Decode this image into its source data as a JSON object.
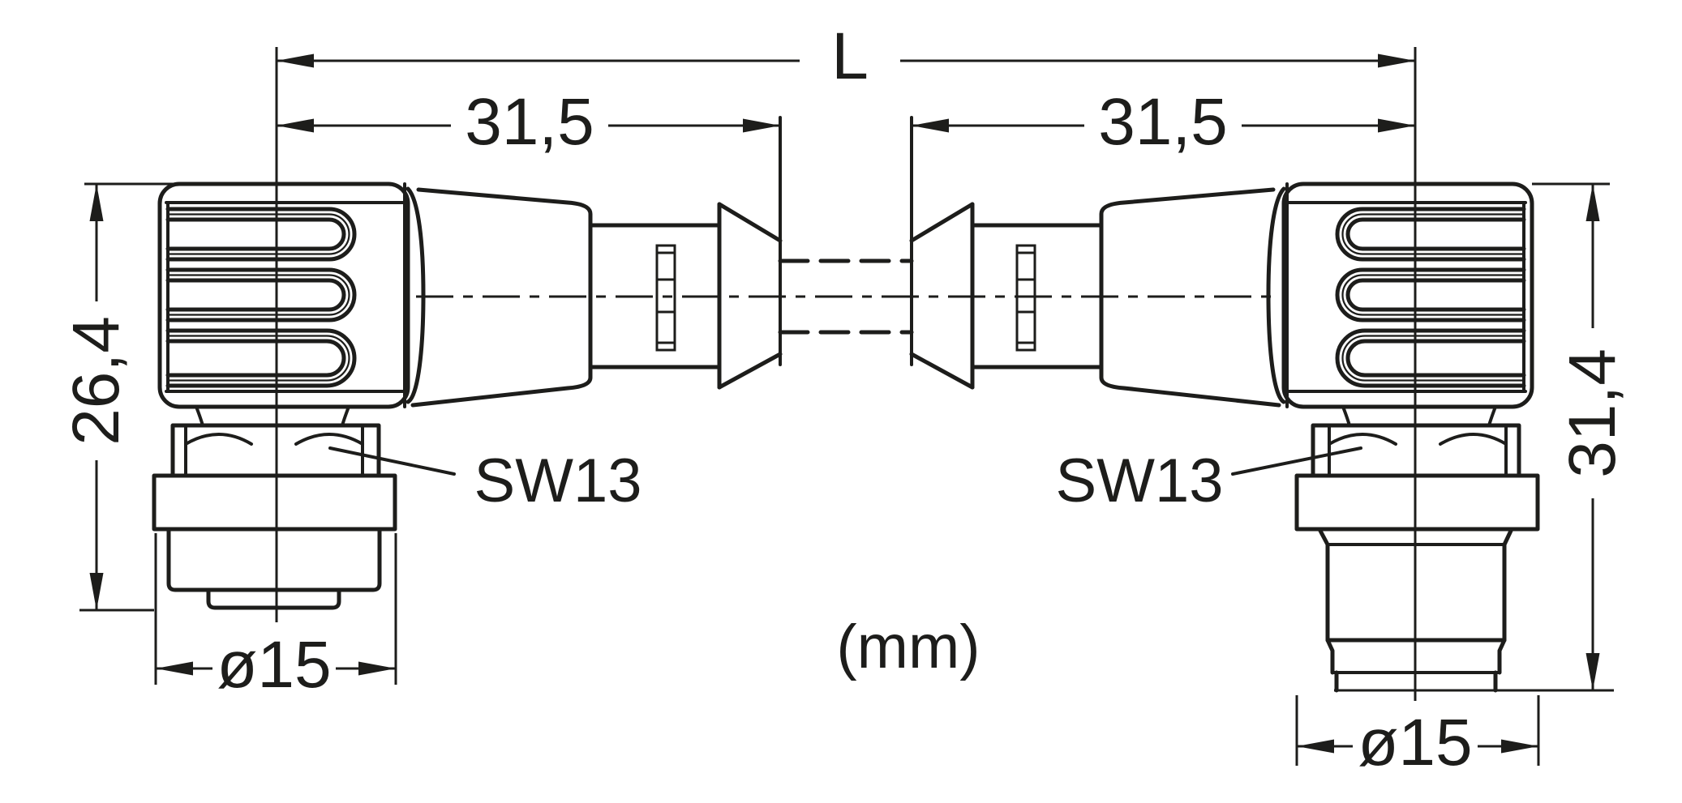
{
  "page": {
    "background": "#ffffff",
    "line_color": "#1d1d1b"
  },
  "drawing": {
    "unit_note": "(mm)",
    "dimensions": {
      "overall_length": "L",
      "left_connector_length": "31,5",
      "right_connector_length": "31,5",
      "left_connector_height": "26,4",
      "right_connector_height": "31,4",
      "left_connector_diameter": "ø15",
      "right_connector_diameter": "ø15",
      "left_wrench_size": "SW13",
      "right_wrench_size": "SW13"
    }
  }
}
